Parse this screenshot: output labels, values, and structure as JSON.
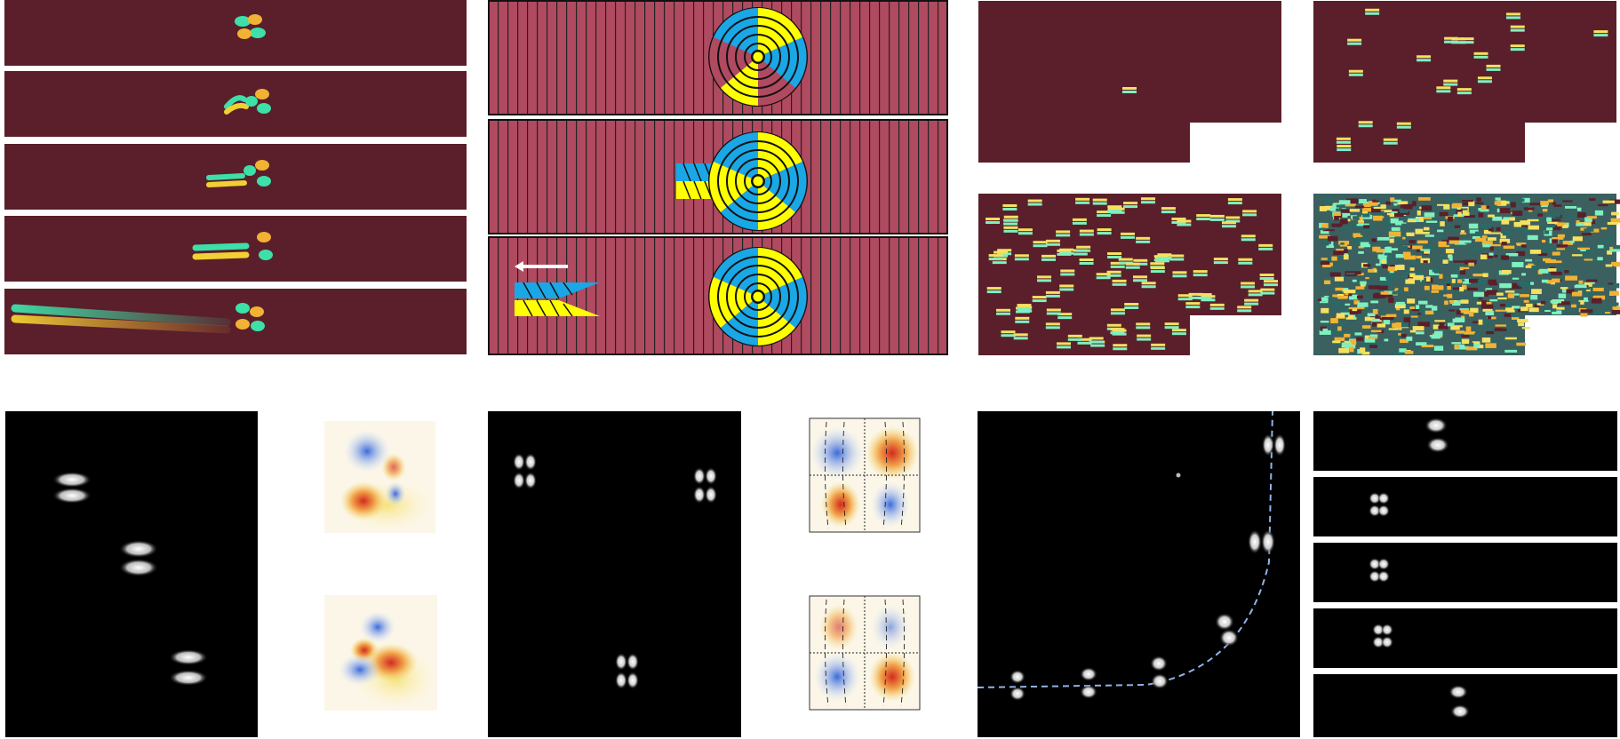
{
  "figure": {
    "colors": {
      "maroon": "#5a1f2a",
      "stripe_bg": "#b04a60",
      "blue": "#1aa7e6",
      "yellow": "#ffff00",
      "green": "#3de0a8",
      "orange": "#f2b233",
      "dashed_curve": "#8fb4e6",
      "map_red": "#d22b1d",
      "map_blue": "#3a6ad8",
      "map_yellow": "#f5e27a"
    },
    "panels": {
      "a": {
        "frames": 5
      },
      "b": {
        "frames": 3
      },
      "c": {
        "frames": 4
      },
      "d": {
        "frames": 3
      },
      "e": {
        "frames": 2
      },
      "f": {
        "frames": 3
      },
      "g": {
        "frames": 2
      },
      "h": {
        "frames": 1
      },
      "i": {
        "frames": 5
      }
    }
  }
}
